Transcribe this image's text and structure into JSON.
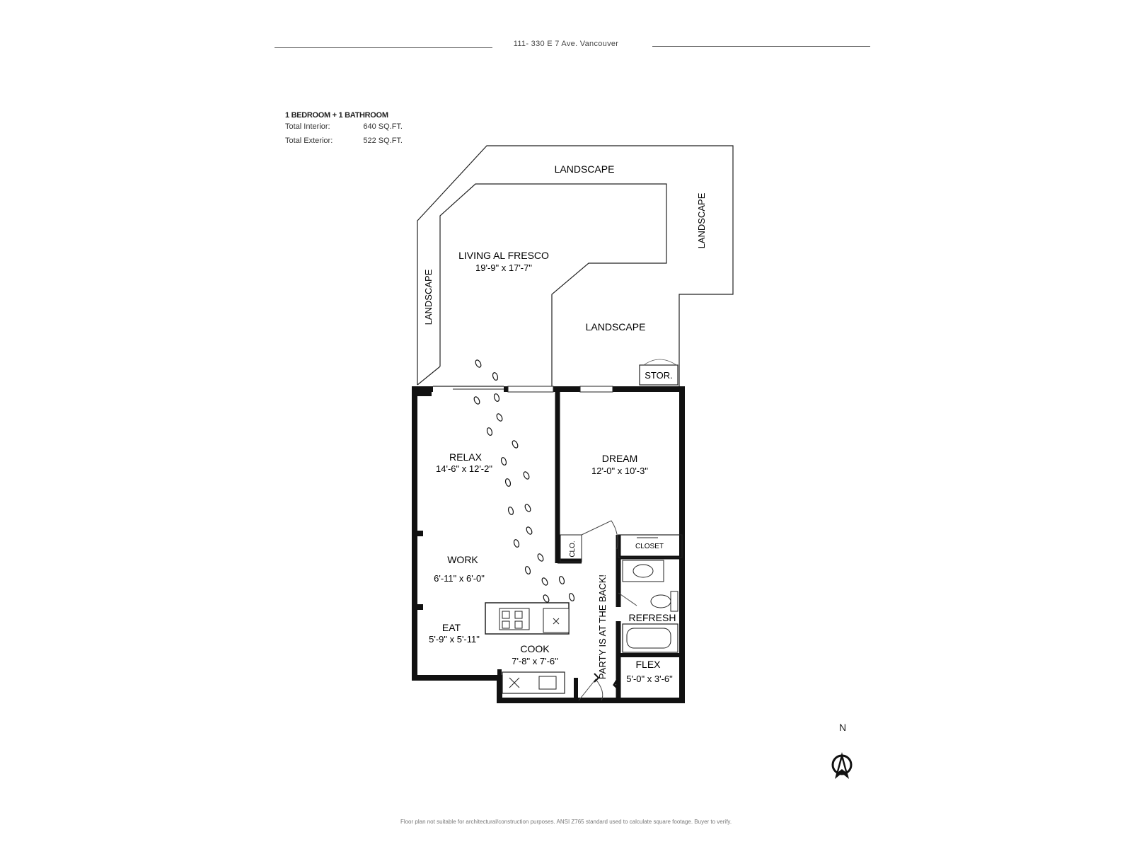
{
  "header": {
    "address": "111- 330 E 7 Ave. Vancouver"
  },
  "summary": {
    "unit_type": "1 BEDROOM + 1 BATHROOM",
    "interior_label": "Total Interior:",
    "interior_value": "640 SQ.FT.",
    "exterior_label": "Total Exterior:",
    "exterior_value": "522 SQ.FT."
  },
  "rooms": {
    "landscape_top": "LANDSCAPE",
    "landscape_left": "LANDSCAPE",
    "landscape_right": "LANDSCAPE",
    "landscape_mid": "LANDSCAPE",
    "living_al_fresco": {
      "name": "LIVING AL FRESCO",
      "dims": "19'-9\"  x  17'-7\""
    },
    "relax": {
      "name": "RELAX",
      "dims": "14'-6\"  x 12'-2\""
    },
    "dream": {
      "name": "DREAM",
      "dims": "12'-0\"  x 10'-3\""
    },
    "work": {
      "name": "WORK",
      "dims": "6'-11\"  x 6'-0\""
    },
    "eat": {
      "name": "EAT",
      "dims": "5'-9\"  x 5'-11\""
    },
    "cook": {
      "name": "COOK",
      "dims": "7'-8\"  x 7'-6\""
    },
    "refresh": {
      "name": "REFRESH"
    },
    "flex": {
      "name": "FLEX",
      "dims": "5'-0\"  x 3'-6\""
    },
    "closet": "CLOSET",
    "clo": "CLO.",
    "stor": "STOR.",
    "hallway_note": "PARTY IS AT THE BACK!"
  },
  "compass": {
    "label": "N"
  },
  "disclaimer": "Floor plan not suitable for architectural/construction purposes. ANSI Z765 standard used to calculate square footage. Buyer to verify."
}
